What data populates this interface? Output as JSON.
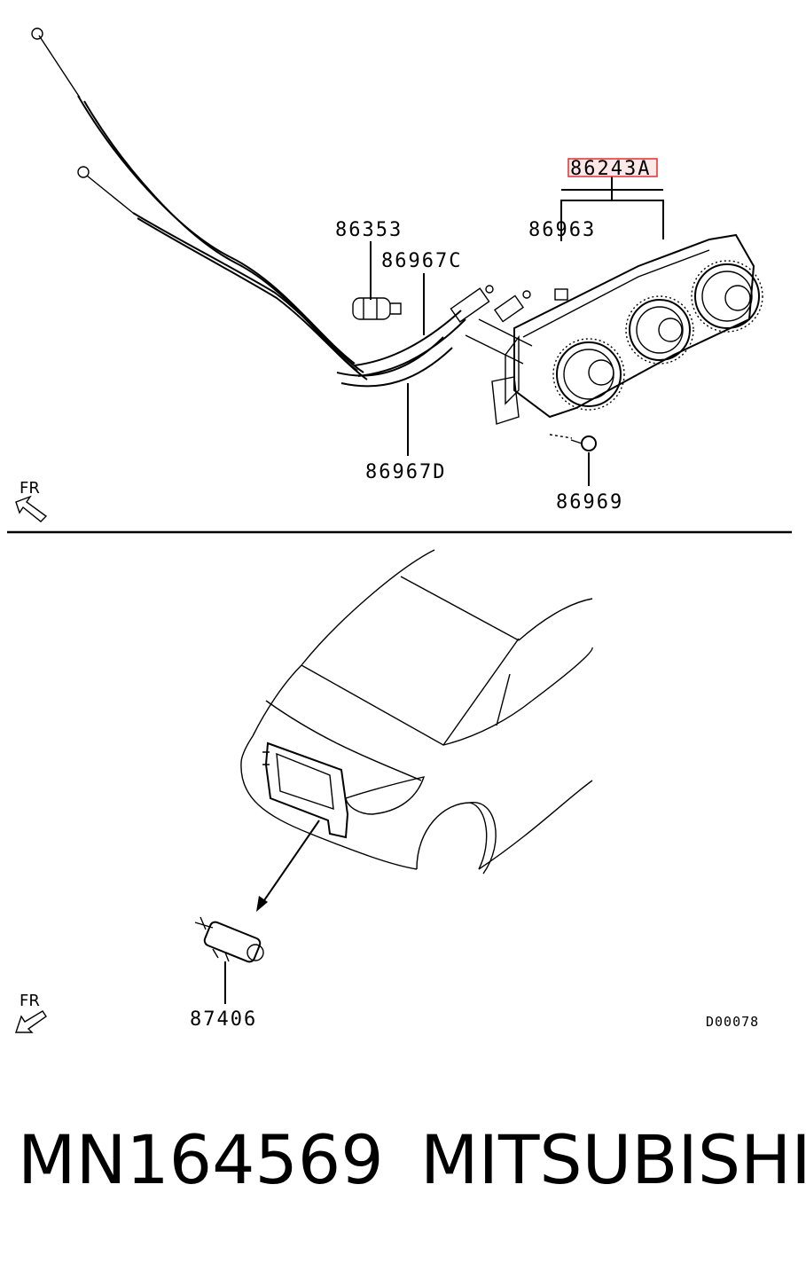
{
  "diagram": {
    "top_labels": {
      "assembly": "86243A",
      "bracket_item": "86963",
      "bulb": "86353",
      "cable_c": "86967C",
      "cable_d": "86967D",
      "screw": "86969"
    },
    "direction_marker": "FR",
    "bottom_labels": {
      "sensor": "87406",
      "drawing_code": "D00078"
    },
    "highlight_color": "#e03030"
  },
  "footer": {
    "part_number": "MN164569",
    "brand": "MITSUBISHI"
  }
}
